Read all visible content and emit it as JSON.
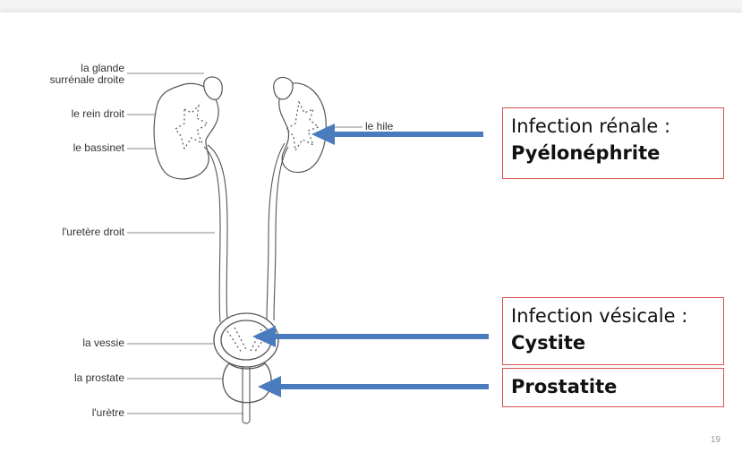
{
  "labels": {
    "glande": "la glande\nsurrénale droite",
    "rein_droit": "le rein droit",
    "bassinet": "le bassinet",
    "uretere_droit": "l'uretère droit",
    "vessie": "la vessie",
    "prostate": "la prostate",
    "uretre": "l'urètre",
    "hile": "le hile"
  },
  "callouts": {
    "renal_line1": "Infection rénale :",
    "renal_line2": "Pyélonéphrite",
    "vesicale_line1": "Infection vésicale :",
    "vesicale_line2": "Cystite",
    "prostate_line1": "Prostatite"
  },
  "page_number": "19",
  "colors": {
    "arrow": "#4a7bbd",
    "box_border": "#d9534f",
    "outline": "#555555"
  }
}
